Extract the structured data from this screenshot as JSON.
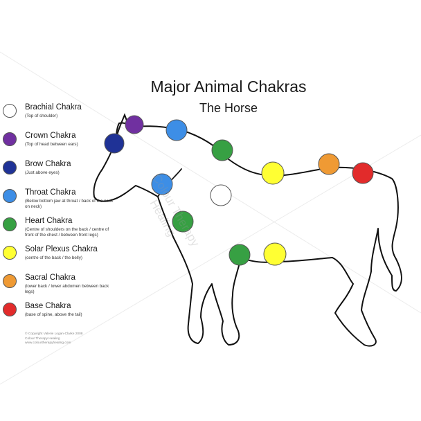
{
  "title": "Major Animal Chakras",
  "subtitle": "The Horse",
  "watermark": {
    "line1": "Colour Therapy",
    "line2": "Healing"
  },
  "legend": [
    {
      "name": "Brachial Chakra",
      "desc": "(Top of shoulder)",
      "color": "#ffffff"
    },
    {
      "name": "Crown Chakra",
      "desc": "(Top of head between ears)",
      "color": "#7030a0"
    },
    {
      "name": "Brow Chakra",
      "desc": "(Just above eyes)",
      "color": "#1f3296"
    },
    {
      "name": "Throat Chakra",
      "desc": "(Below bottom jaw at throat / back of the neck on neck)",
      "color": "#3d8ee6"
    },
    {
      "name": "Heart Chakra",
      "desc": "(Centre of shoulders on the back / centre of front of the chest / between front legs)",
      "color": "#37a043"
    },
    {
      "name": "Solar Plexus Chakra",
      "desc": "(centre of the back / the belly)",
      "color": "#ffff33"
    },
    {
      "name": "Sacral Chakra",
      "desc": "(lower back / lower abdomen between back legs)",
      "color": "#ef9a34"
    },
    {
      "name": "Base Chakra",
      "desc": "(base of spine, above the tail)",
      "color": "#e22b2b"
    }
  ],
  "copyright": {
    "line1": "© Copyright Valerie Logan-Clarke 2008",
    "line2": "Colour Therapy Healing",
    "line3": "www.colourtherapyhealing.com"
  }
}
